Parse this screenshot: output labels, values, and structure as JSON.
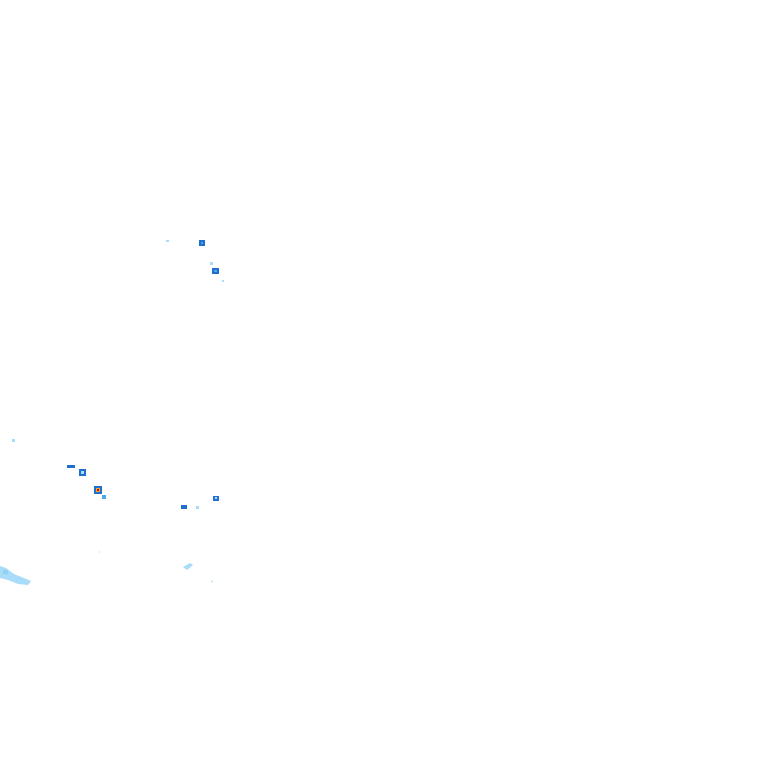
{
  "layer": {
    "type": "weather-radar-reflectivity-overlay",
    "background": "#ffffff"
  },
  "colors": {
    "light": "#a8dcf8",
    "medium": "#4aa8e8",
    "strong": "#1e6fd0",
    "heavy": "#f5a623",
    "intense": "#d0021b"
  },
  "echoes": [
    {
      "name": "echo-cell-north-a",
      "intensity": "strong"
    },
    {
      "name": "echo-cell-north-b",
      "intensity": "strong"
    },
    {
      "name": "echo-cell-north-trace",
      "intensity": "light"
    },
    {
      "name": "echo-cell-west-a",
      "intensity": "strong"
    },
    {
      "name": "echo-cell-west-core",
      "intensity": "intense"
    },
    {
      "name": "echo-cell-west-b",
      "intensity": "medium"
    },
    {
      "name": "echo-cell-center-a",
      "intensity": "strong"
    },
    {
      "name": "echo-cell-center-b",
      "intensity": "strong"
    },
    {
      "name": "echo-light-band-southwest",
      "intensity": "light"
    },
    {
      "name": "echo-light-fleck-south",
      "intensity": "light"
    },
    {
      "name": "echo-light-fleck-far-west",
      "intensity": "light"
    }
  ]
}
